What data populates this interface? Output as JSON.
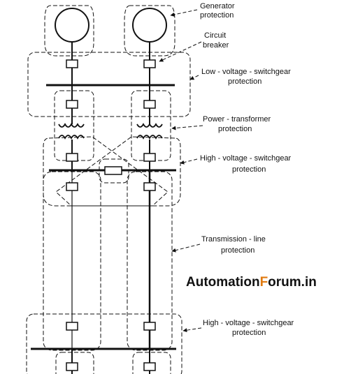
{
  "labels": {
    "generator_l1": "Generator",
    "generator_l2": "protection",
    "breaker_l1": "Circuit",
    "breaker_l2": "breaker",
    "lv_switchgear_l1": "Low - voltage - switchgear",
    "lv_switchgear_l2": "protection",
    "power_transformer_l1": "Power - transformer",
    "power_transformer_l2": "protection",
    "hv_switchgear_top_l1": "High - voltage - switchgear",
    "hv_switchgear_top_l2": "protection",
    "transmission_l1": "Transmission - line",
    "transmission_l2": "protection",
    "hv_switchgear_bottom_l1": "High - voltage - switchgear",
    "hv_switchgear_bottom_l2": "protection"
  },
  "watermark": {
    "a_letter": "A",
    "a_rest": "utomation",
    "f_letter": "F",
    "f_rest": "orum.in",
    "accent_color": "#e07a10",
    "text_color": "#111111"
  },
  "colors": {
    "line": "#111111",
    "background": "#ffffff"
  }
}
